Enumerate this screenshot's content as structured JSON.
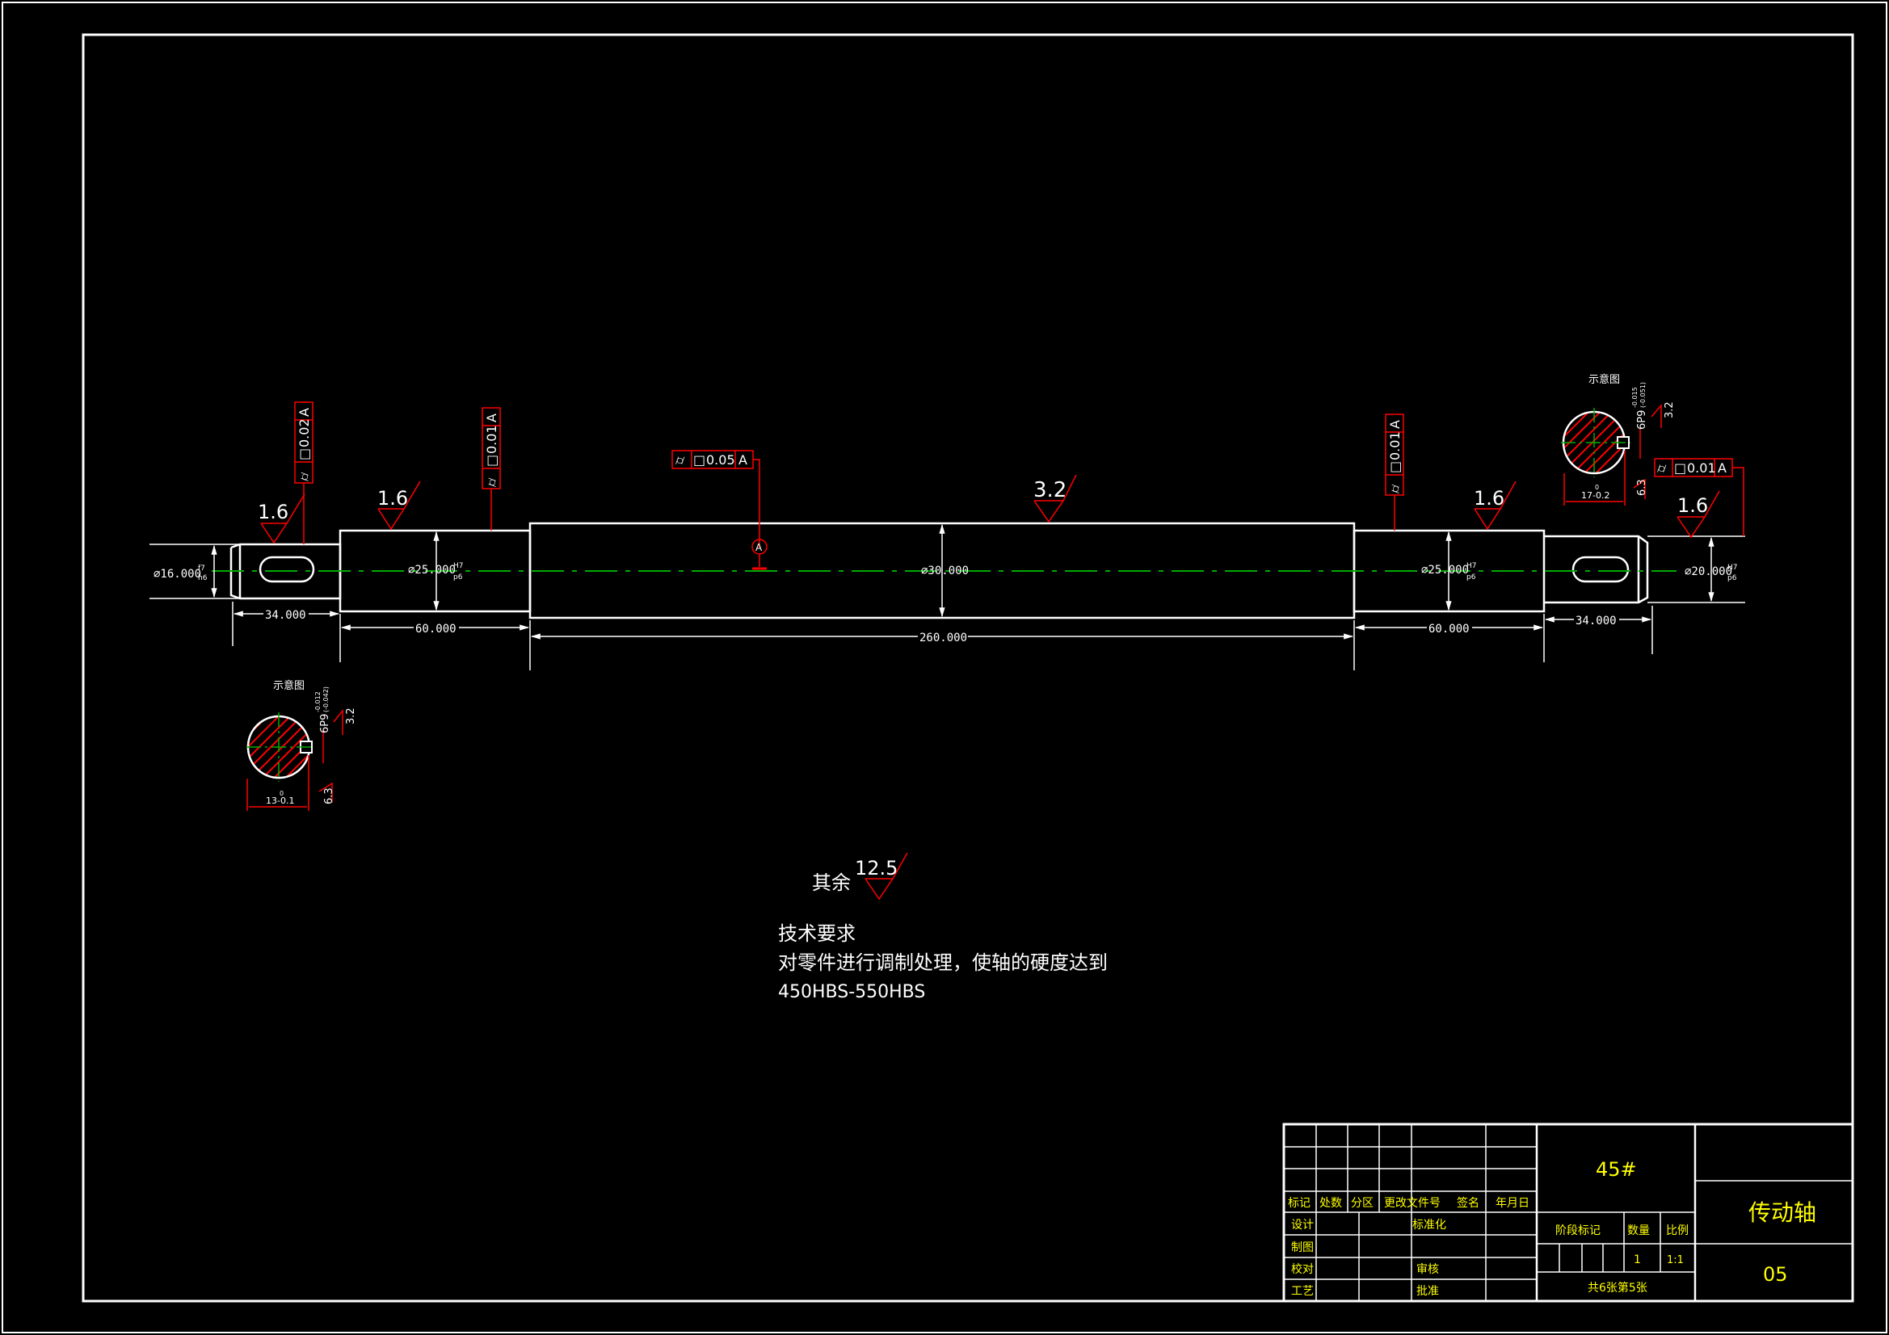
{
  "dims": {
    "d_left_end": "⌀16.000",
    "d_left_end_tol_top": "f7",
    "d_left_end_tol_bot": "h6",
    "d_bearing_left": "⌀25.000",
    "d_bearing_left_tol_top": "H7",
    "d_bearing_left_tol_bot": "p6",
    "d_middle": "⌀30.000",
    "d_bearing_right": "⌀25.000",
    "d_bearing_right_tol_top": "H7",
    "d_bearing_right_tol_bot": "p6",
    "d_right_end": "⌀20.000",
    "d_right_end_tol_top": "H7",
    "d_right_end_tol_bot": "p6",
    "len_left_key": "34.000",
    "len_left_bearing": "60.000",
    "len_middle": "260.000",
    "len_right_bearing": "60.000",
    "len_right_key": "34.000"
  },
  "tolerances": {
    "left_end": {
      "symbol": "⌭",
      "flat": "□",
      "value": "0.02",
      "datum": "A"
    },
    "left_bearing": {
      "symbol": "⌭",
      "flat": "□",
      "value": "0.01",
      "datum": "A"
    },
    "middle": {
      "symbol": "⌭",
      "flat": "□",
      "value": "0.05",
      "datum": "A"
    },
    "right_bearing": {
      "symbol": "⌭",
      "flat": "□",
      "value": "0.01",
      "datum": "A"
    },
    "right_end": {
      "symbol": "⌭",
      "flat": "□",
      "value": "0.01",
      "datum": "A"
    },
    "datum_marker": "A"
  },
  "roughness": {
    "left_end": "1.6",
    "left_bearing": "1.6",
    "middle": "3.2",
    "right_bearing": "1.6",
    "right_end": "1.6",
    "others_label": "其余",
    "others_value": "12.5"
  },
  "sections": {
    "left": {
      "title": "示意图",
      "keyway": "6P9",
      "keyway_tol_top": "-0.012",
      "keyway_tol_bot": "(-0.042)",
      "depth": "13-0.1",
      "depth_tol": "0",
      "roughness_side": "3.2",
      "roughness_bottom": "6.3"
    },
    "right": {
      "title": "示意图",
      "keyway": "6P9",
      "keyway_tol_top": "-0.015",
      "keyway_tol_bot": "(-0.051)",
      "depth": "17-0.2",
      "depth_tol": "0",
      "roughness_side": "3.2",
      "roughness_bottom": "6.3"
    }
  },
  "notes": {
    "title": "技术要求",
    "line1": "对零件进行调制处理，使轴的硬度达到",
    "line2": "450HBS-550HBS"
  },
  "title_block": {
    "material": "45#",
    "part_name": "传动轴",
    "drawing_no": "05",
    "headers": [
      "标记",
      "处数",
      "分区",
      "更改文件号",
      "签名",
      "年月日"
    ],
    "row_design": "设计",
    "row_draw": "制图",
    "row_check": "校对",
    "row_process": "工艺",
    "standardize": "标准化",
    "review": "审核",
    "approve": "批准",
    "stage_mark": "阶段标记",
    "quantity_label": "数量",
    "scale_label": "比例",
    "quantity": "1",
    "scale": "1:1",
    "sheet_info": "共6张第5张"
  },
  "colors": {
    "outline": "#ffffff",
    "annotation": "#ff0000",
    "centerline": "#00aa00",
    "title_text": "#ffff00"
  }
}
